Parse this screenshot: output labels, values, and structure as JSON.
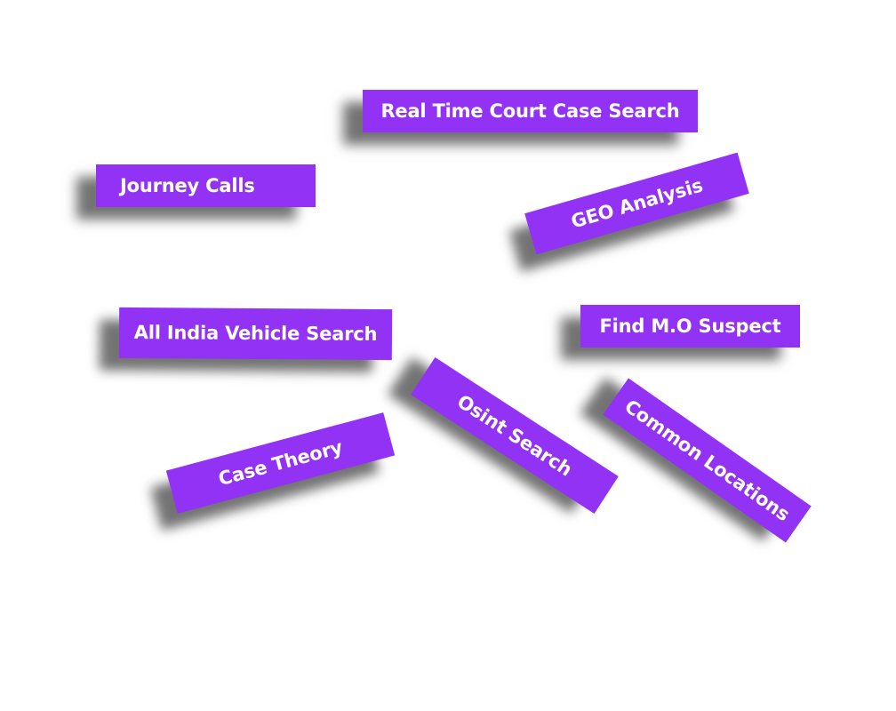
{
  "tags": {
    "court_case_search": "Real Time Court Case Search",
    "journey_calls": "Journey Calls",
    "geo_analysis": "GEO Analysis",
    "vehicle_search": "All India Vehicle Search",
    "find_mo_suspect": "Find M.O Suspect",
    "osint_search": "Osint Search",
    "case_theory": "Case Theory",
    "common_locations": "Common Locations"
  },
  "colors": {
    "tag_background": "#9132f5",
    "tag_text": "#ffffff",
    "page_background": "#ffffff"
  }
}
